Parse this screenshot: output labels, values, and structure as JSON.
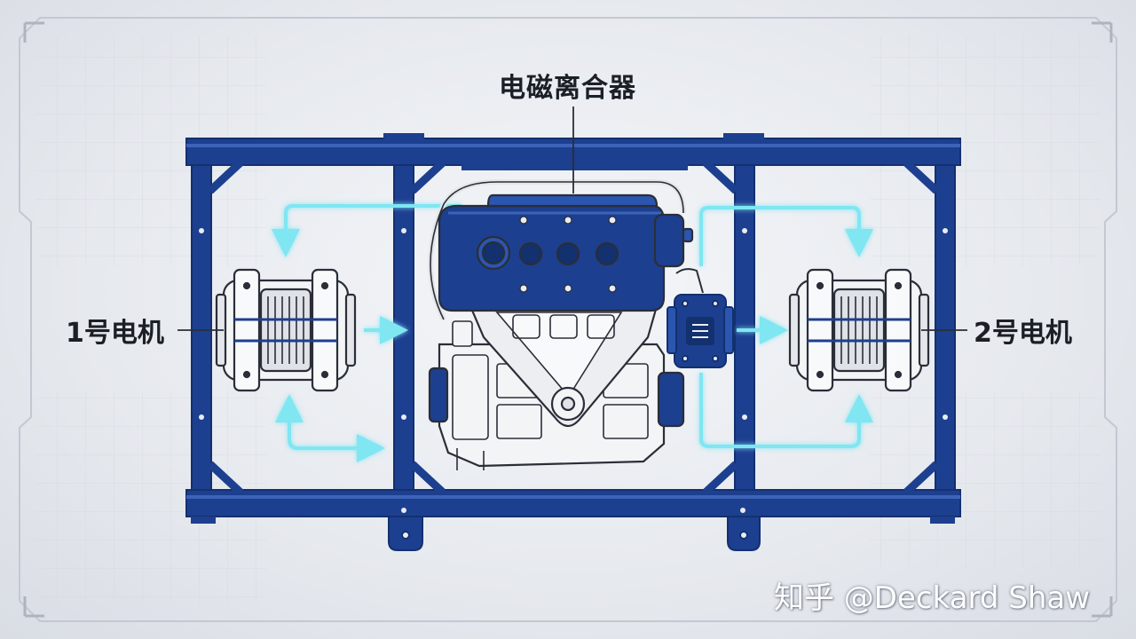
{
  "labels": {
    "clutch": "电磁离合器",
    "motor1": "1号电机",
    "motor2": "2号电机"
  },
  "watermark": "知乎 @Deckard Shaw",
  "colors": {
    "frame_blue": "#1d3f8f",
    "frame_blue_dark": "#13306f",
    "flow_cyan": "#7fe6f2",
    "engine_white": "#f3f4f6",
    "line_dark": "#2a2e38"
  }
}
